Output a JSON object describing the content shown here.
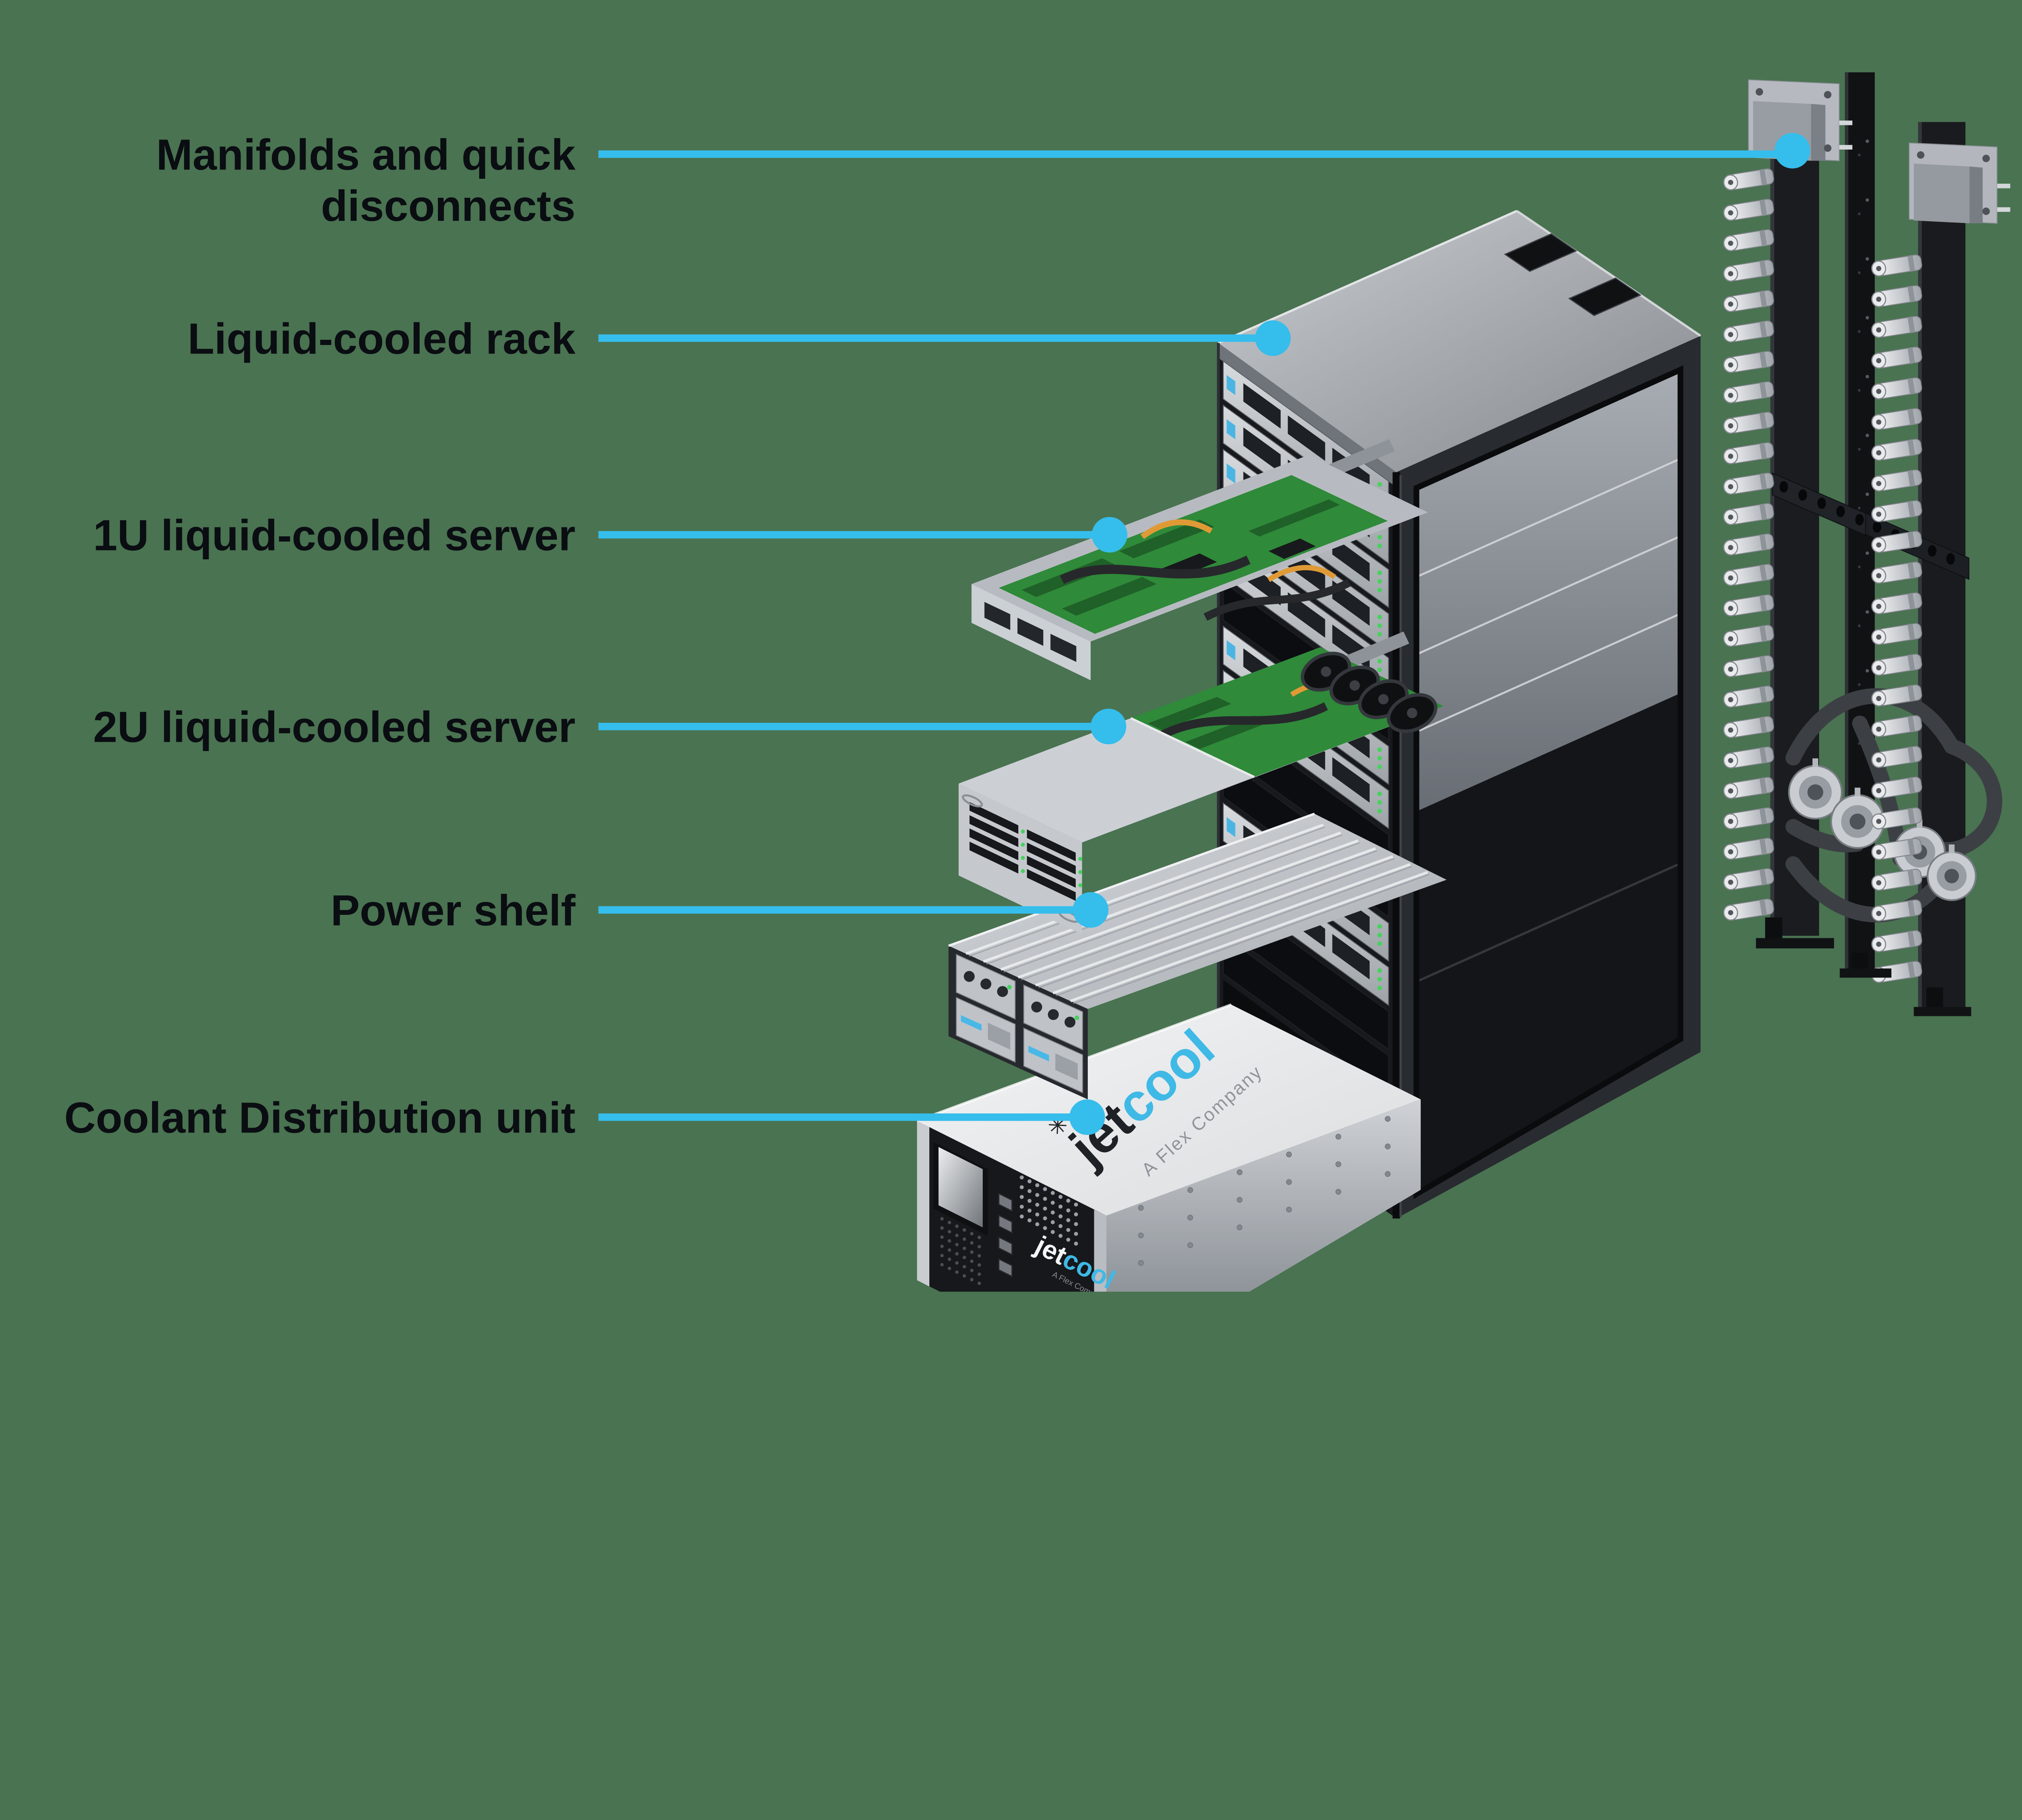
{
  "diagram": {
    "background_color": "#4a7351",
    "accent_color": "#35bdec",
    "label_color": "#0a0d12",
    "pcb_green": "#2f8a39",
    "led_green": "#47d15f"
  },
  "callouts": [
    {
      "id": "manifolds",
      "line1": "Manifolds and quick",
      "line2": "disconnects"
    },
    {
      "id": "liquid-cooled-rack",
      "label": "Liquid-cooled rack"
    },
    {
      "id": "1u-liquid-cooled-server",
      "label": "1U liquid-cooled server"
    },
    {
      "id": "2u-liquid-cooled-server",
      "label": "2U liquid-cooled server"
    },
    {
      "id": "power-shelf",
      "label": "Power shelf"
    },
    {
      "id": "coolant-distribution-unit",
      "label": "Coolant Distribution unit"
    }
  ],
  "cdu_branding": {
    "snowflake_glyph": "✳",
    "top_logo_jet": "jet",
    "top_logo_cool": "cool",
    "top_tagline": "A Flex Company",
    "front_logo_jet": "jet",
    "front_logo_cool": "cool",
    "front_tagline": "A Flex Company"
  }
}
